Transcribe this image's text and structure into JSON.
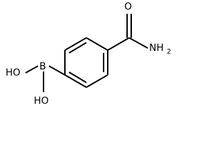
{
  "structure": {
    "atoms": {
      "carbonyl_oxygen": "O",
      "amide_nitrogen": "NH",
      "amide_subscript": "2",
      "boron": "B",
      "hydroxyl_upper": "HO",
      "hydroxyl_lower": "HO"
    }
  }
}
